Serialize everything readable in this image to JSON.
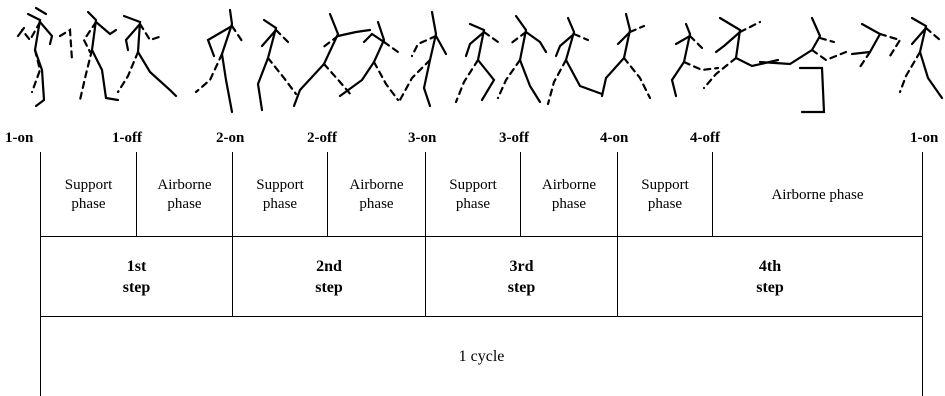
{
  "events": [
    "1-on",
    "1-off",
    "2-on",
    "2-off",
    "3-on",
    "3-off",
    "4-on",
    "4-off",
    "1-on"
  ],
  "phases": [
    {
      "label": "Support\nphase"
    },
    {
      "label": "Airborne\nphase"
    },
    {
      "label": "Support\nphase"
    },
    {
      "label": "Airborne\nphase"
    },
    {
      "label": "Support\nphase"
    },
    {
      "label": "Airborne\nphase"
    },
    {
      "label": "Support\nphase"
    },
    {
      "label": "Airborne phase"
    }
  ],
  "steps": [
    {
      "label": "1st\nstep"
    },
    {
      "label": "2nd\nstep"
    },
    {
      "label": "3rd\nstep"
    },
    {
      "label": "4th\nstep"
    }
  ],
  "cycle": {
    "label": "1 cycle"
  },
  "colors": {
    "line": "#000000",
    "background": "#ffffff"
  }
}
